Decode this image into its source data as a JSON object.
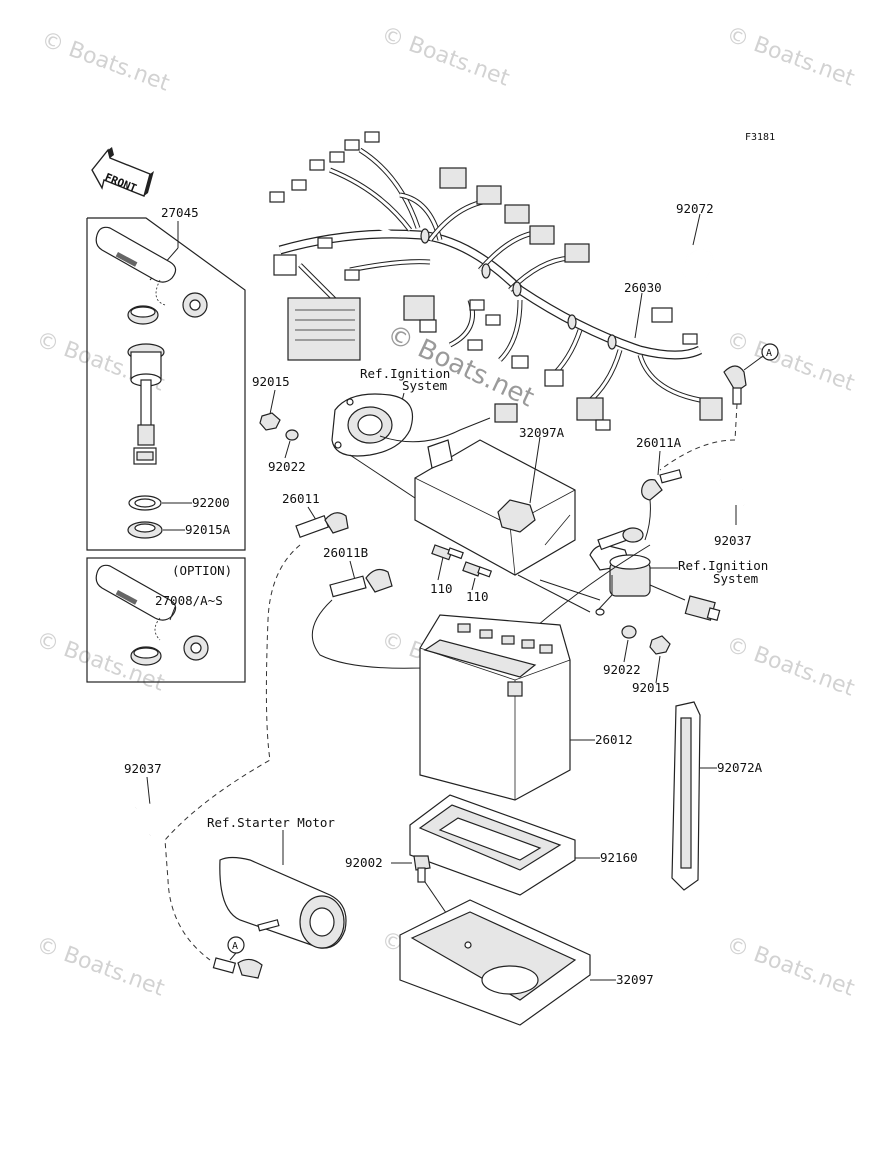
{
  "figure_code": "F3181",
  "watermark_text": "© Boats.net",
  "front_arrow_label": "FRONT",
  "option_label": "(OPTION)",
  "refs": {
    "ignition_top_line1": "Ref.Ignition",
    "ignition_top_line2": "System",
    "ignition_right_line1": "Ref.Ignition",
    "ignition_right_line2": "System",
    "starter_motor": "Ref.Starter Motor"
  },
  "connector_marker": "A",
  "parts": {
    "p27045": "27045",
    "p92072": "92072",
    "p26030": "26030",
    "p92015_top": "92015",
    "p92022_top": "92022",
    "p32097A": "32097A",
    "p26011A": "26011A",
    "p92200": "92200",
    "p92015A": "92015A",
    "p26011": "26011",
    "p92037_right": "92037",
    "p26011B": "26011B",
    "p110_a": "110",
    "p110_b": "110",
    "p27008": "27008/A~S",
    "p92022_bottom": "92022",
    "p92015_bottom": "92015",
    "p26012": "26012",
    "p92072A": "92072A",
    "p92037_left": "92037",
    "p92002": "92002",
    "p92160": "92160",
    "p32097": "32097"
  }
}
